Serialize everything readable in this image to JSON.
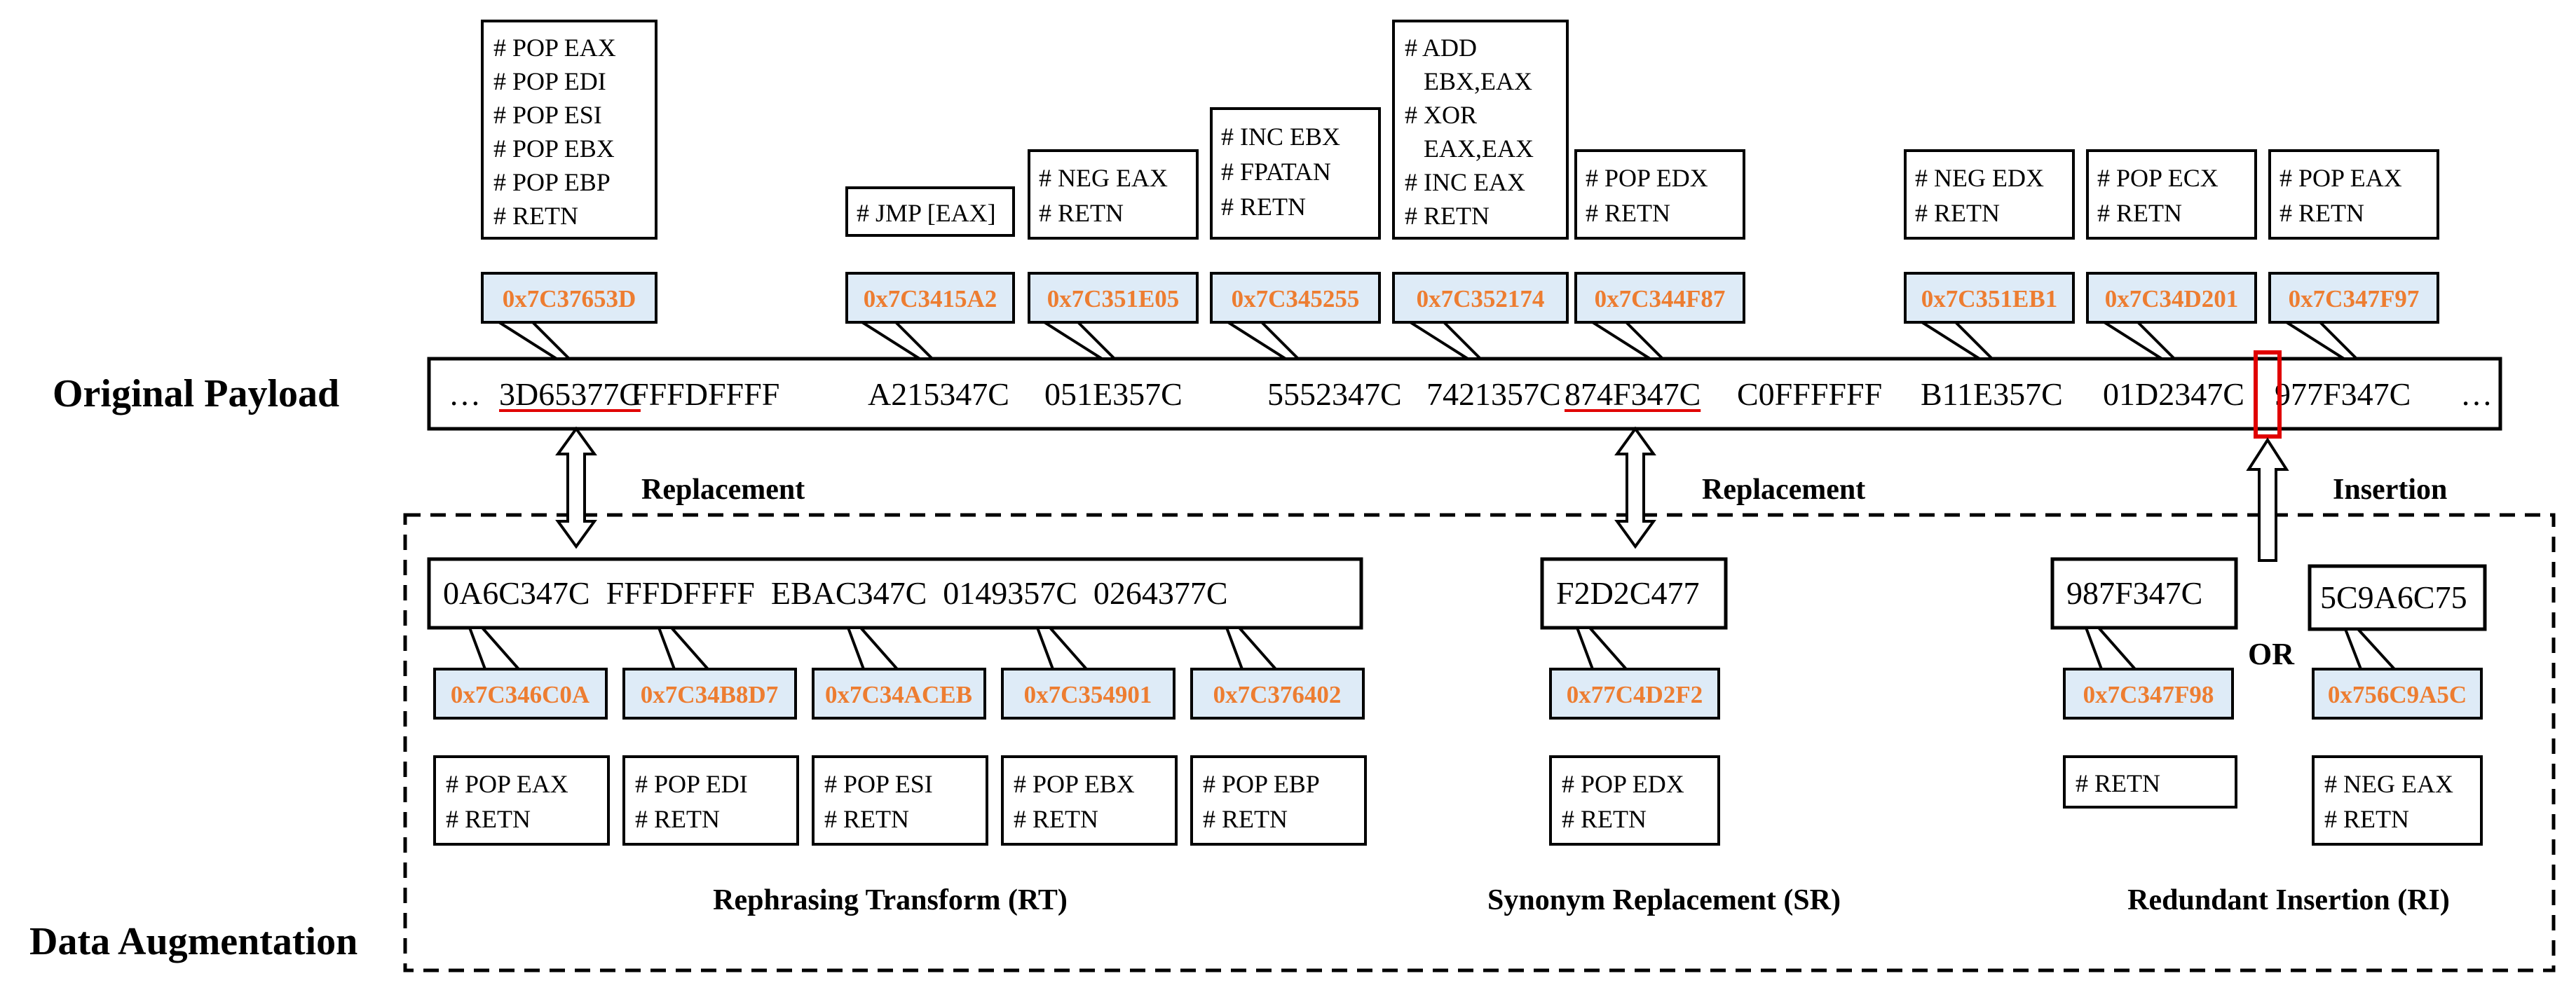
{
  "labels": {
    "original_payload": "Original Payload",
    "data_augmentation": "Data Augmentation",
    "replacement_left": "Replacement",
    "replacement_mid": "Replacement",
    "insertion": "Insertion",
    "or": "OR",
    "rt_caption": "Rephrasing Transform (RT)",
    "sr_caption": "Synonym Replacement (SR)",
    "ri_caption": "Redundant Insertion (RI)"
  },
  "payload": {
    "ellipsis_left": "…",
    "tokens": [
      {
        "text": "3D65377C",
        "highlight": true
      },
      {
        "text": "FFFDFFFF",
        "highlight": false
      },
      {
        "text": "A215347C",
        "highlight": false
      },
      {
        "text": "051E357C",
        "highlight": false
      },
      {
        "text": "5552347C",
        "highlight": false
      },
      {
        "text": "7421357C",
        "highlight": false
      },
      {
        "text": "874F347C",
        "highlight": true
      },
      {
        "text": "C0FFFFFF",
        "highlight": false
      },
      {
        "text": "B11E357C",
        "highlight": false
      },
      {
        "text": "01D2347C",
        "highlight": false
      },
      {
        "text": "977F347C",
        "highlight": false
      }
    ],
    "ellipsis_right": "…"
  },
  "top_gadgets": [
    {
      "addr": "0x7C37653D",
      "instructions": [
        "# POP EAX",
        "# POP EDI",
        "# POP ESI",
        "# POP EBX",
        "# POP EBP",
        "# RETN"
      ]
    },
    {
      "addr": "0x7C3415A2",
      "instructions": [
        "# JMP [EAX]"
      ]
    },
    {
      "addr": "0x7C351E05",
      "instructions": [
        "# NEG EAX",
        "# RETN"
      ]
    },
    {
      "addr": "0x7C345255",
      "instructions": [
        "# INC EBX",
        "# FPATAN",
        "# RETN"
      ]
    },
    {
      "addr": "0x7C352174",
      "instructions": [
        "# ADD",
        "   EBX,EAX",
        "# XOR",
        "   EAX,EAX",
        "# INC EAX",
        "# RETN"
      ]
    },
    {
      "addr": "0x7C344F87",
      "instructions": [
        "# POP EDX",
        "# RETN"
      ]
    },
    {
      "addr": "0x7C351EB1",
      "instructions": [
        "# NEG EDX",
        "# RETN"
      ]
    },
    {
      "addr": "0x7C34D201",
      "instructions": [
        "# POP ECX",
        "# RETN"
      ]
    },
    {
      "addr": "0x7C347F97",
      "instructions": [
        "# POP EAX",
        "# RETN"
      ]
    }
  ],
  "rt": {
    "sequence": "0A6C347C  FFFDFFFF  EBAC347C  0149357C  0264377C",
    "gadgets": [
      {
        "addr": "0x7C346C0A",
        "instructions": [
          "# POP EAX",
          "# RETN"
        ]
      },
      {
        "addr": "0x7C34B8D7",
        "instructions": [
          "# POP EDI",
          "# RETN"
        ]
      },
      {
        "addr": "0x7C34ACEB",
        "instructions": [
          "# POP ESI",
          "# RETN"
        ]
      },
      {
        "addr": "0x7C354901",
        "instructions": [
          "# POP EBX",
          "# RETN"
        ]
      },
      {
        "addr": "0x7C376402",
        "instructions": [
          "# POP EBP",
          "# RETN"
        ]
      }
    ]
  },
  "sr": {
    "sequence": "F2D2C477",
    "gadget": {
      "addr": "0x77C4D2F2",
      "instructions": [
        "# POP EDX",
        "# RETN"
      ]
    }
  },
  "ri": {
    "options": [
      {
        "sequence": "987F347C",
        "addr": "0x7C347F98",
        "instructions": [
          "# RETN"
        ]
      },
      {
        "sequence": "5C9A6C75",
        "addr": "0x756C9A5C",
        "instructions": [
          "# NEG EAX",
          "# RETN"
        ]
      }
    ]
  },
  "colors": {
    "address_text": "#ED7D31",
    "address_fill": "#DEEBF7",
    "highlight": "#E00000",
    "insertion_marker": "#E00000"
  }
}
